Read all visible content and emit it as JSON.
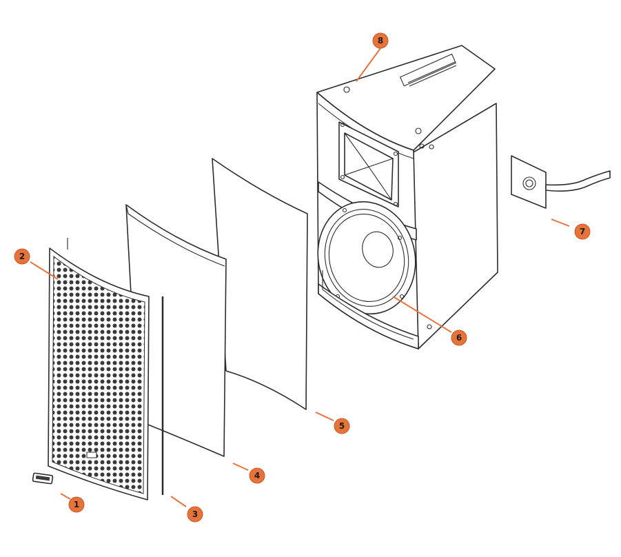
{
  "callouts": [
    {
      "id": "1",
      "label": "1"
    },
    {
      "id": "2",
      "label": "2"
    },
    {
      "id": "3",
      "label": "3"
    },
    {
      "id": "4",
      "label": "4"
    },
    {
      "id": "5",
      "label": "5"
    },
    {
      "id": "6",
      "label": "6"
    },
    {
      "id": "7",
      "label": "7"
    },
    {
      "id": "8",
      "label": "8"
    }
  ],
  "colors": {
    "callout_fill": "#e6733a",
    "line": "#2b2b2b",
    "background": "#ffffff"
  }
}
